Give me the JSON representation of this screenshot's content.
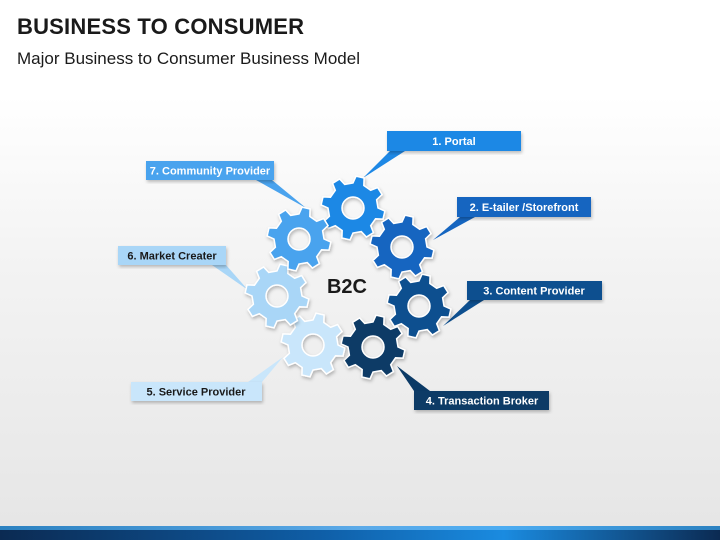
{
  "title": "BUSINESS TO CONSUMER",
  "subtitle": "Major Business to Consumer Business Model",
  "center_label": "B2C",
  "items": [
    {
      "label": "1. Portal",
      "color": "#1e88e5",
      "text_color": "#ffffff"
    },
    {
      "label": "2. E-tailer /Storefront",
      "color": "#1565c0",
      "text_color": "#ffffff"
    },
    {
      "label": "3. Content Provider",
      "color": "#0d4f8f",
      "text_color": "#ffffff"
    },
    {
      "label": "4. Transaction Broker",
      "color": "#0b3a66",
      "text_color": "#ffffff"
    },
    {
      "label": "5. Service Provider",
      "color": "#c9e6fb",
      "text_color": "#1a1a1a"
    },
    {
      "label": "6. Market Creater",
      "color": "#a9d6f7",
      "text_color": "#1a1a1a"
    },
    {
      "label": "7. Community Provider",
      "color": "#4aa3ee",
      "text_color": "#ffffff"
    }
  ]
}
